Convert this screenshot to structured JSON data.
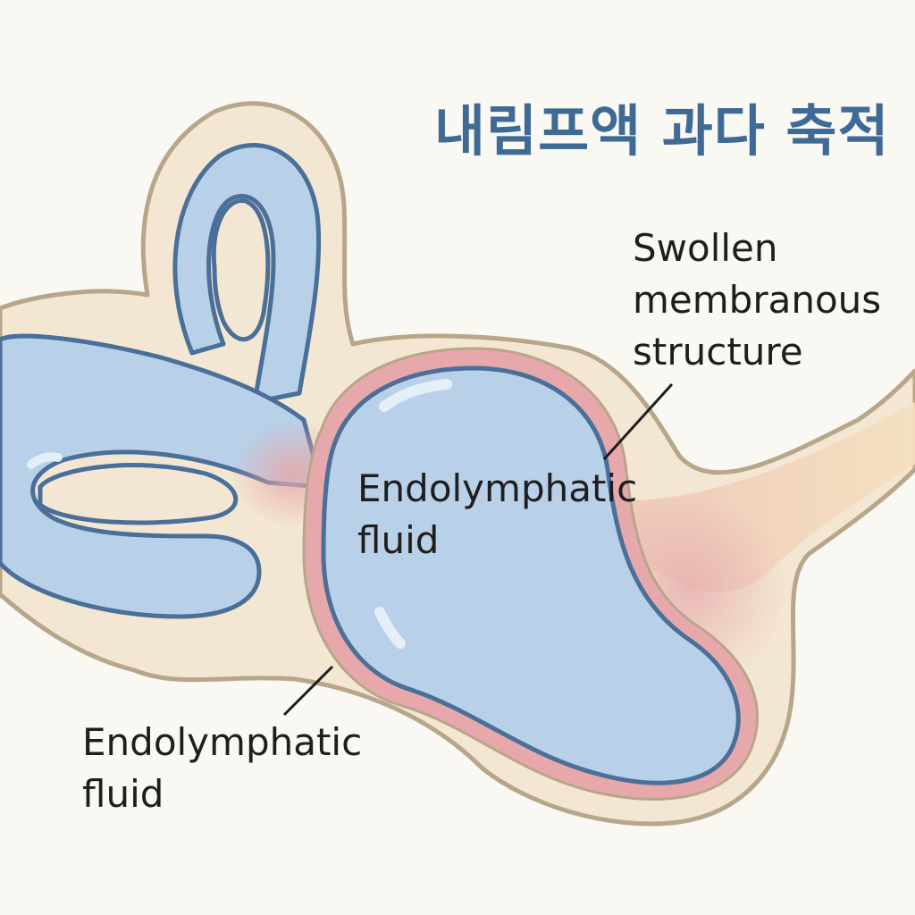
{
  "title": "내림프액 과다 축적",
  "labels": {
    "swollen": [
      "Swollen",
      "membranous",
      "structure"
    ],
    "inner_fluid": [
      "Endolymphatic",
      "fluid"
    ],
    "outer_fluid": [
      "Endolymphatic",
      "fluid"
    ]
  },
  "colors": {
    "background": "#faf8f3",
    "bony_labyrinth": "#f3e6d2",
    "bony_outline": "#b8a68a",
    "membrane_fill": "#b8d0e8",
    "membrane_outline": "#4a6f98",
    "inflamed_tissue": "#e6a8aa",
    "title": "#3f6a96"
  }
}
